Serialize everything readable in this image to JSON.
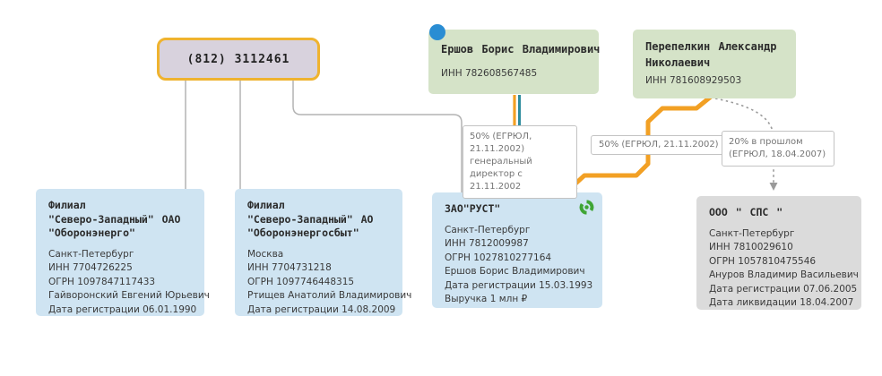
{
  "phone": {
    "label": "(812) 3112461"
  },
  "persons": {
    "ershov": {
      "name": "Ершов Борис Владимирович",
      "inn": "ИНН 782608567485"
    },
    "perepelkin": {
      "name": "Перепелкин Александр Николаевич",
      "inn": "ИНН 781608929503"
    }
  },
  "companies": {
    "branch_oao": {
      "title_lines": [
        "Филиал",
        "\"Северо-Западный\" ОАО",
        "\"Оборонэнерго\""
      ],
      "city": "Санкт-Петербург",
      "inn": "ИНН 7704726225",
      "ogrn": "ОГРН 1097847117433",
      "person": "Гайворонский Евгений Юрьевич",
      "reg_date": "Дата регистрации 06.01.1990"
    },
    "branch_ao": {
      "title_lines": [
        "Филиал",
        "\"Северо-Западный\" АО",
        "\"Оборонэнергосбыт\""
      ],
      "city": "Москва",
      "inn": "ИНН 7704731218",
      "ogrn": "ОГРН 1097746448315",
      "person": "Ртищев Анатолий Владимирович",
      "reg_date": "Дата регистрации 14.08.2009"
    },
    "rust": {
      "title": "ЗАО\"РУСТ\"",
      "city": "Санкт-Петербург",
      "inn": "ИНН 7812009987",
      "ogrn": "ОГРН 1027810277164",
      "person": "Ершов Борис Владимирович",
      "reg_date": "Дата регистрации 15.03.1993",
      "revenue": "Выручка 1 млн ₽"
    },
    "sps": {
      "title": "ООО \" СПС \"",
      "city": "Санкт-Петербург",
      "inn": "ИНН 7810029610",
      "ogrn": "ОГРН 1057810475546",
      "person": "Ануров Владимир Васильевич",
      "reg_date": "Дата регистрации 07.06.2005",
      "liq_date": "Дата ликвидации 18.04.2007"
    }
  },
  "edge_labels": {
    "ershov_rust_share": "50% (ЕГРЮЛ, 21.11.2002)",
    "ershov_rust_role": "генеральный директор с 21.11.2002",
    "perepelkin_rust_share": "50% (ЕГРЮЛ, 21.11.2002)",
    "perepelkin_sps_share": "20% в прошлом (ЕГРЮЛ, 18.04.2007)"
  },
  "icons": {
    "status": "active-company-icon",
    "marker": "blue-dot-marker"
  },
  "colors": {
    "ownership_orange": "#F2A024",
    "director_teal": "#2E8C9E",
    "marker_blue": "#2A8DD3",
    "status_green": "#3FA535",
    "person_bg": "#D5E3C8",
    "company_bg": "#CFE4F2",
    "liquidated_bg": "#DBDBDB",
    "phone_bg": "#D8D2DD",
    "phone_border": "#EFB32F",
    "edge_gray": "#B3B3B3"
  }
}
